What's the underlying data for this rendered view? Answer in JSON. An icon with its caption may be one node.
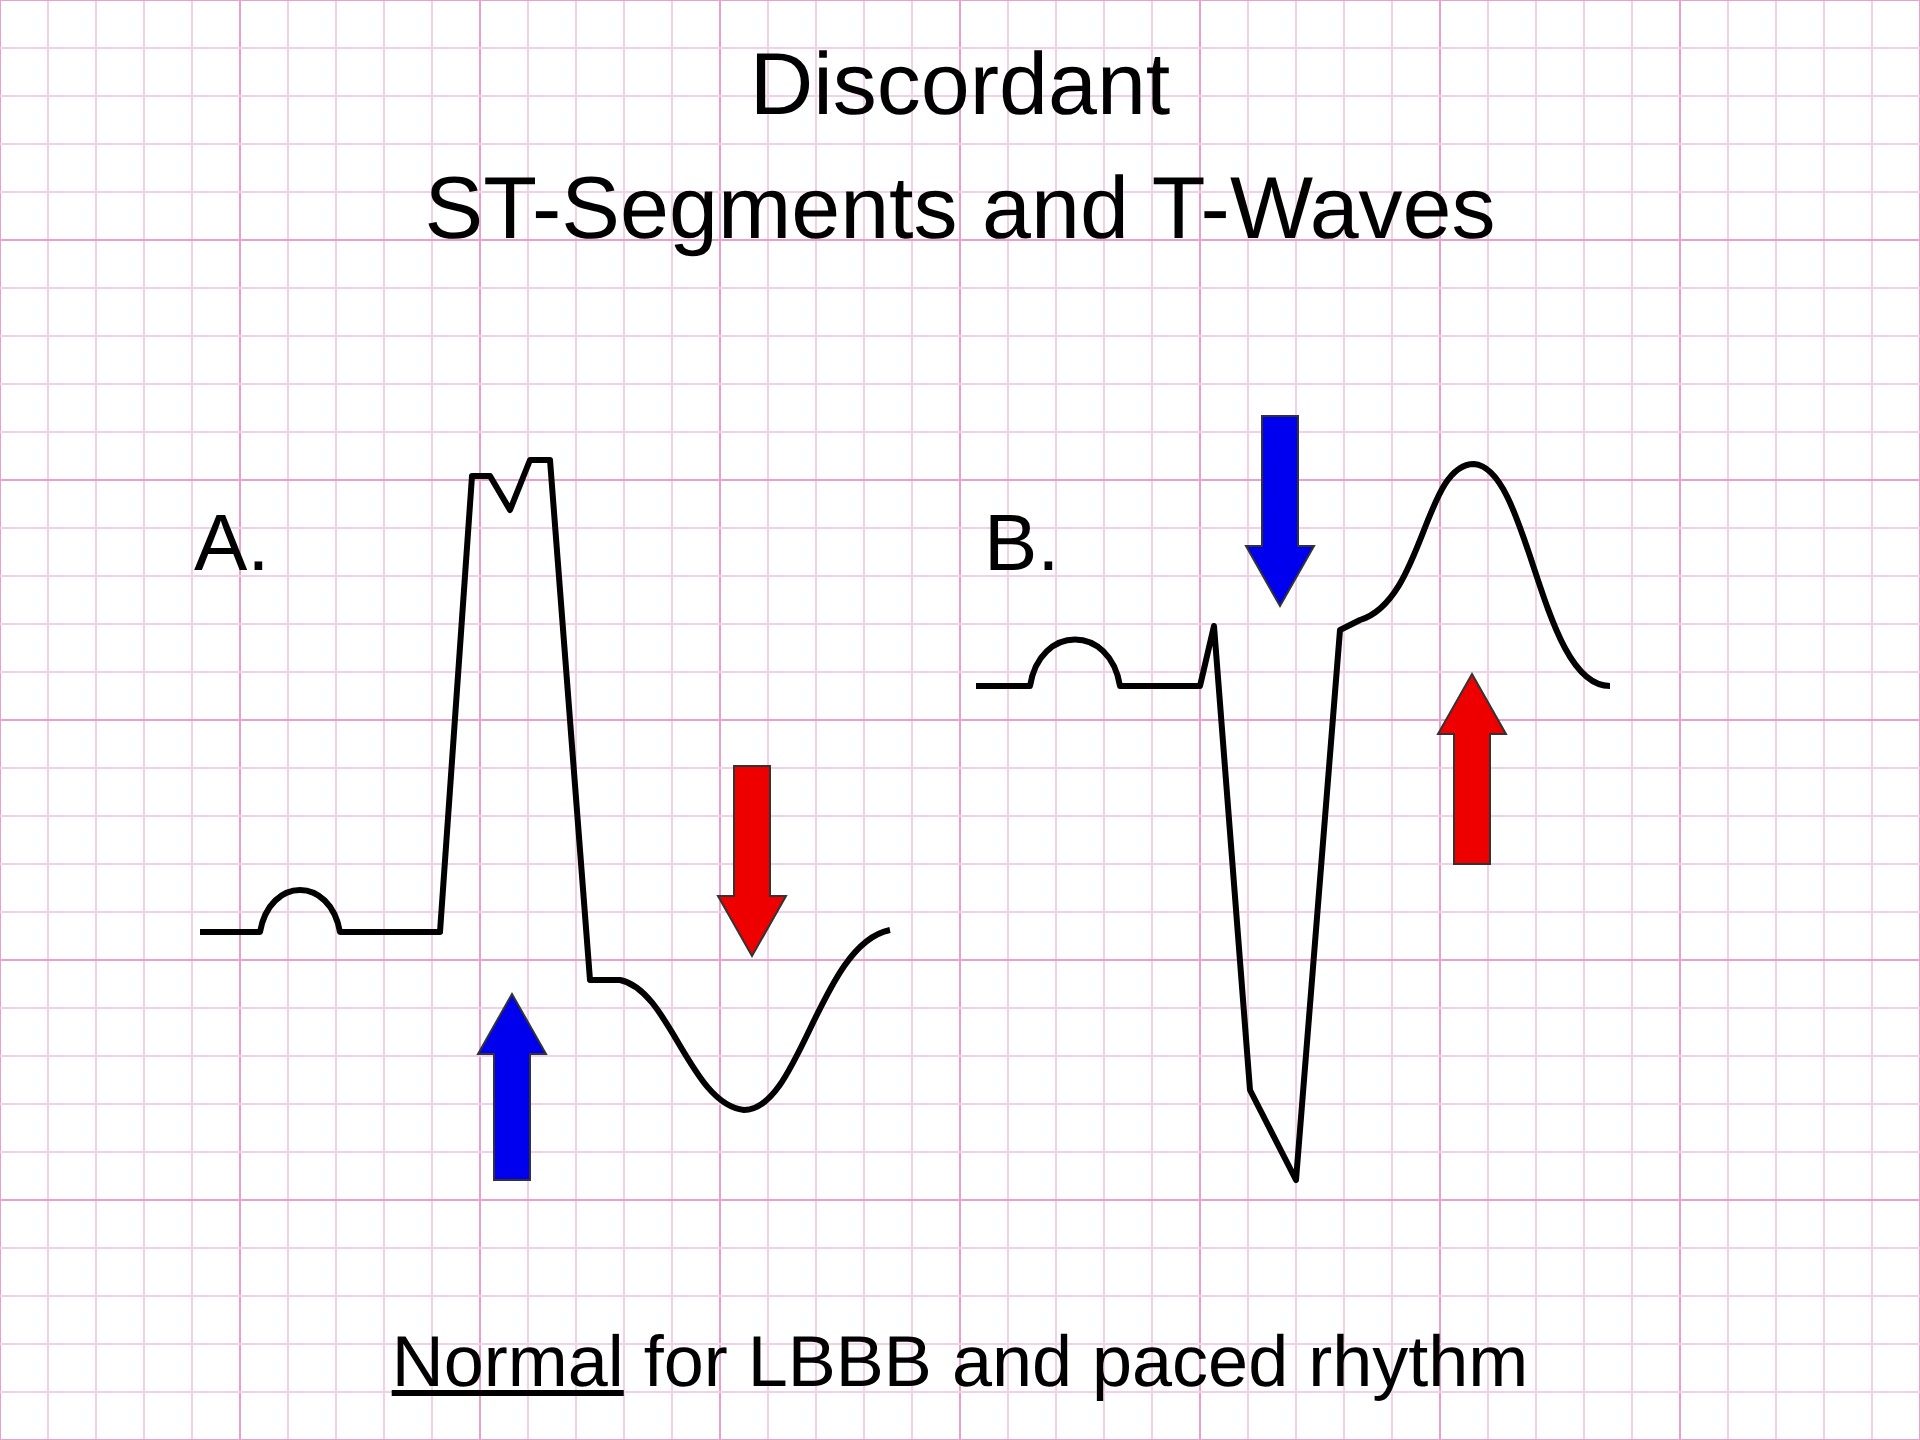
{
  "diagram": {
    "title": "Discordant ST-Segments and T-Waves",
    "labels": [
      "A.",
      "B."
    ],
    "caption": "Normal for LBBB and paced rhythm"
  }
}
